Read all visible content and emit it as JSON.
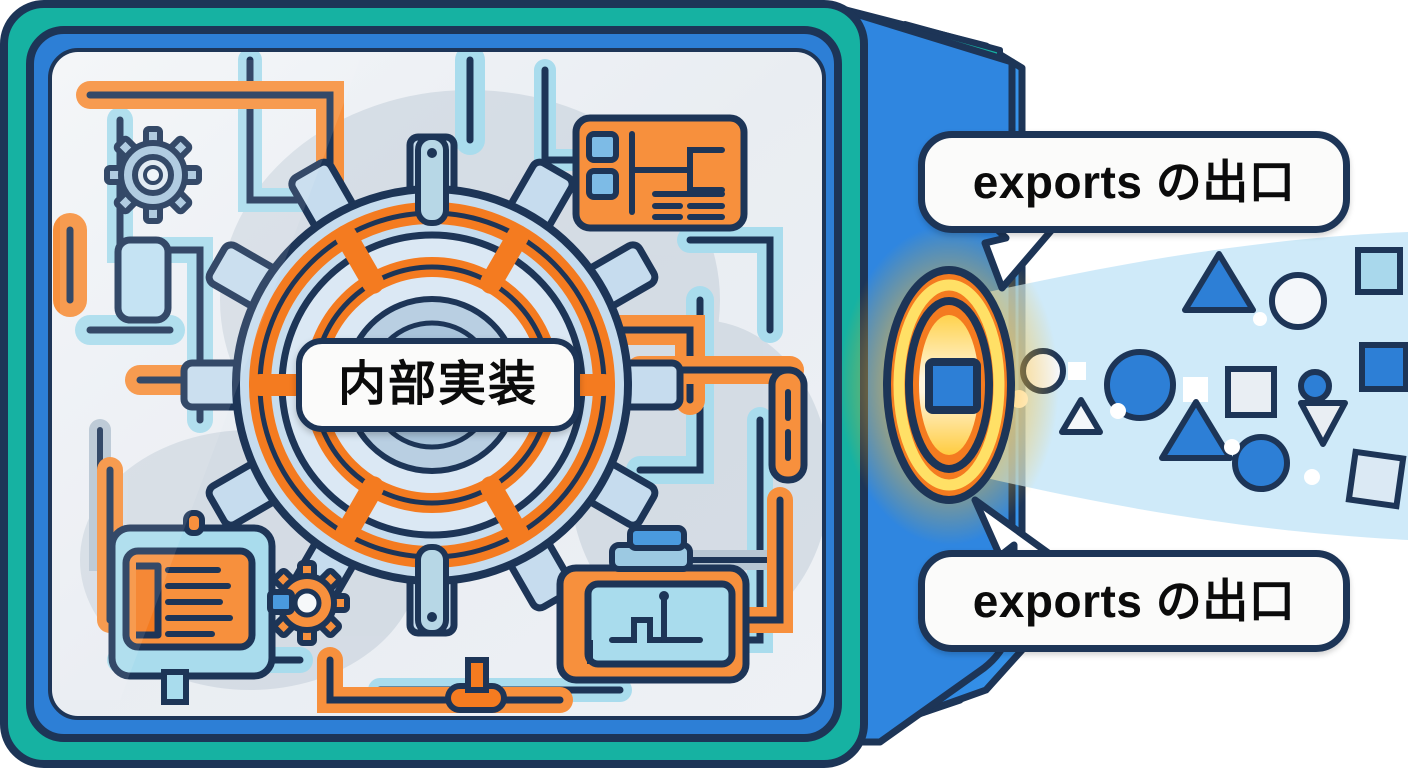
{
  "scene": {
    "title": "exports の出口",
    "description": "internal-implementation-box-with-exports-portal"
  },
  "box": {
    "center_label": "内部実装",
    "frame_colors": {
      "outline": "#1d3557",
      "teal": "#17b1a4",
      "blue": "#2d7fd6",
      "interior": "#f1f3f6"
    },
    "side_face_colors": {
      "blue": "#2e86e0",
      "teal": "#16b2a2"
    }
  },
  "portal": {
    "name": "exports-portal",
    "ring_colors": [
      "#1d3557",
      "#f47b20",
      "#ffe066",
      "#f47b20",
      "#1d3557"
    ],
    "core_color": "#ffd24d",
    "glow_color": "#ffd24d",
    "emitted_square_color": "#2d7fd6"
  },
  "callouts": [
    {
      "id": "top",
      "label": "exports の出口",
      "points_to": "exports-portal"
    },
    {
      "id": "bottom",
      "label": "exports の出口",
      "points_to": "exports-portal"
    }
  ],
  "beam": {
    "name": "exports-beam",
    "color": "#bfe3f7"
  },
  "emitted_shapes": [
    {
      "shape": "square",
      "fill": "#2d7fd6"
    },
    {
      "shape": "circle",
      "fill": "#ffffff"
    },
    {
      "shape": "circle",
      "fill": "#f4f7fa"
    },
    {
      "shape": "square",
      "fill": "#ffffff"
    },
    {
      "shape": "triangle",
      "fill": "#f4f7fa"
    },
    {
      "shape": "square",
      "fill": "#a9d8ec"
    },
    {
      "shape": "triangle",
      "fill": "#2d7fd6"
    },
    {
      "shape": "circle",
      "fill": "#2d7fd6"
    },
    {
      "shape": "square",
      "fill": "#e9eef3"
    },
    {
      "shape": "circle",
      "fill": "#2d7fd6"
    },
    {
      "shape": "triangle",
      "fill": "#2d7fd6"
    },
    {
      "shape": "square",
      "fill": "#2d7fd6"
    },
    {
      "shape": "triangle-down",
      "fill": "#e9eef3"
    },
    {
      "shape": "circle",
      "fill": "#2d7fd6"
    },
    {
      "shape": "square",
      "fill": "#dbe9f4"
    },
    {
      "shape": "circle",
      "fill": "#ffffff"
    }
  ],
  "machinery": {
    "name": "internal-machinery",
    "parts": [
      "gear-large-hub",
      "gear-small-topleft",
      "gear-small-bottomleft",
      "panel-topright",
      "panel-bottomleft",
      "panel-bottomright",
      "pipes-network"
    ],
    "palette": {
      "pipe_orange": "#f7903d",
      "pipe_orange_strong": "#f47b20",
      "pipe_lightblue": "#a9dced",
      "pipe_blue": "#4a9ade",
      "pipe_steel": "#b7c6d3",
      "outline": "#1d3557"
    }
  }
}
